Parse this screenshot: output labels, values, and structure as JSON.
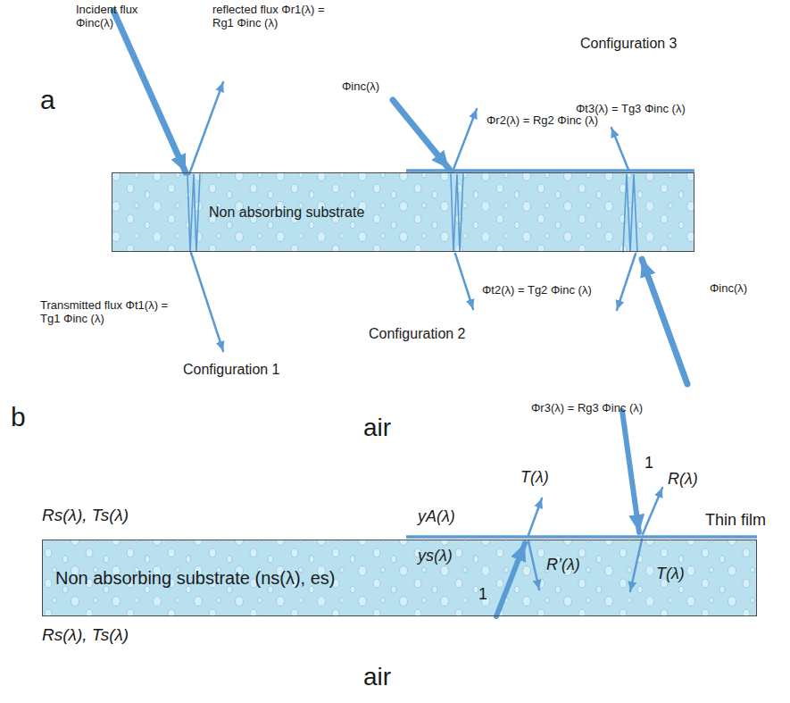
{
  "diagram": {
    "nodes": [
      {
        "text": [
          "Non absorbing substrate"
        ]
      },
      {
        "text": [
          "Non absorbing substrate (ns(λ), es)"
        ]
      }
    ],
    "labels": [
      "a",
      "Incident flux Φinc(λ)",
      "reflected flux Φr1(λ) = Rg1 Φinc (λ)",
      "Φinc(λ)",
      "Φr2(λ) = Rg2 Φinc (λ)",
      "Configuration 3",
      "Φt3(λ) = Tg3 Φinc (λ)",
      "Transmitted flux Φt1(λ) = Tg1 Φinc (λ)",
      "Φt2(λ) = Tg2 Φinc (λ)",
      "Φinc(λ)",
      "Configuration 1",
      "Configuration 2",
      "Φr3(λ) = Rg3 Φinc (λ)",
      "b",
      "air",
      "Rs(λ), Ts(λ)",
      "yA(λ)",
      "T(λ)",
      "1",
      "R(λ)",
      "Thin film",
      "ys(λ)",
      "R’(λ)",
      "T(λ)",
      "1",
      "Rs(λ), Ts(λ)",
      "air"
    ]
  }
}
